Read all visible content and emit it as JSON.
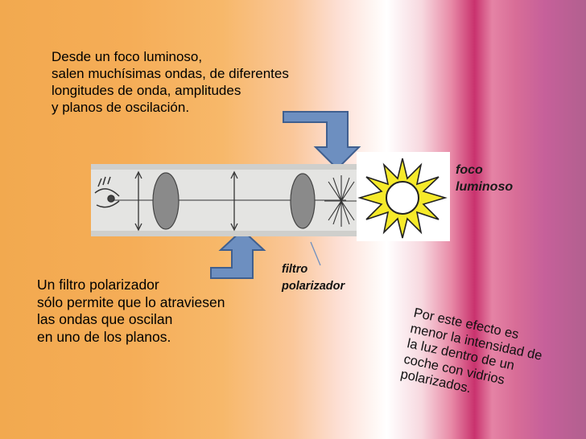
{
  "intro_text": {
    "line1": "Desde un foco luminoso,",
    "line2": "salen muchísimas ondas, de diferentes",
    "line3": "longitudes de onda, amplitudes",
    "line4": "y planos de oscilación."
  },
  "filter_text": {
    "line1": "Un filtro polarizador",
    "line2": "sólo permite que lo atraviesen",
    "line3": "las ondas que oscilan",
    "line4": "en uno de los planos."
  },
  "light_source_label": {
    "line1": "foco",
    "line2": "luminoso"
  },
  "polarizer_label": {
    "line1": "filtro",
    "line2": "polarizador"
  },
  "car_note": {
    "line1": "Por este efecto es",
    "line2": "menor la intensidad de",
    "line3": "la luz dentro de un",
    "line4": "coche con vidrios",
    "line5": "polarizados."
  },
  "colors": {
    "arrow_fill": "#6d8fc0",
    "arrow_stroke": "#3f5f8f",
    "sun_yellow": "#f6ea2a",
    "lens_gray": "#8a8a8a"
  }
}
